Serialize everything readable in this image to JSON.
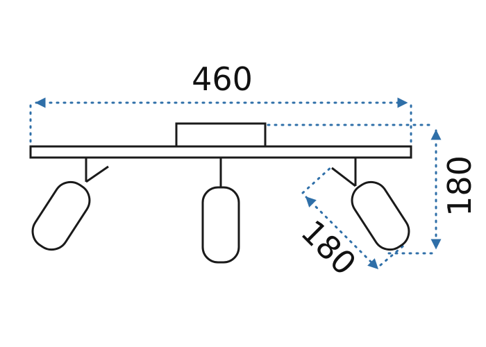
{
  "dimensions": {
    "width_label": "460",
    "height_label": "180",
    "depth_label": "180"
  },
  "colors": {
    "dimension_line": "#2f6fa8",
    "fixture_stroke": "#1a1a1a",
    "text": "#111111"
  }
}
